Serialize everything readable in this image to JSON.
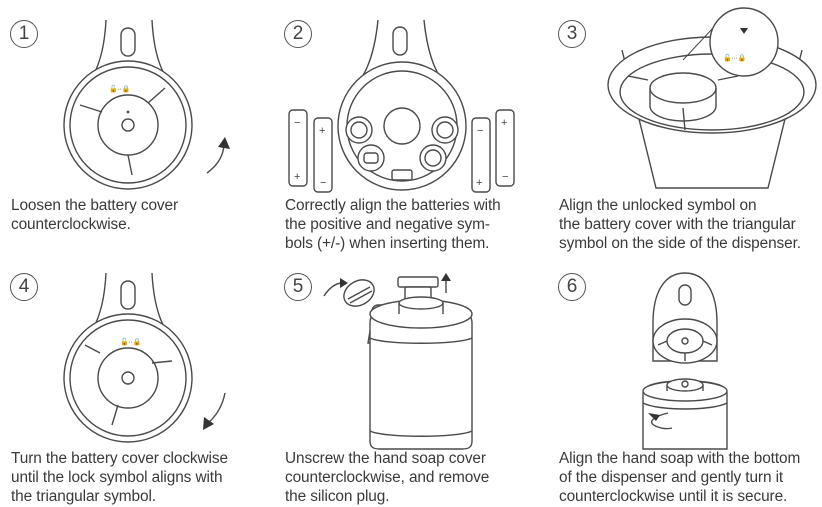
{
  "steps": [
    {
      "number": "1",
      "lines": [
        "Loosen the battery cover",
        "counterclockwise."
      ]
    },
    {
      "number": "2",
      "lines": [
        "Correctly align the batteries with",
        "the positive and negative sym-",
        "bols (+/-) when inserting them."
      ]
    },
    {
      "number": "3",
      "lines": [
        "Align the unlocked symbol on",
        "the battery cover with the triangular",
        "symbol on the side of the dispenser."
      ]
    },
    {
      "number": "4",
      "lines": [
        "Turn the battery cover clockwise",
        "until the lock symbol aligns with",
        "the triangular symbol."
      ]
    },
    {
      "number": "5",
      "lines": [
        "Unscrew the hand soap cover",
        "counterclockwise, and remove",
        "the silicon plug."
      ]
    },
    {
      "number": "6",
      "lines": [
        "Align the hand soap with the bottom",
        "of the dispenser and gently turn it",
        "counterclockwise until it is secure."
      ]
    }
  ],
  "battery_labels": {
    "plus": "+",
    "minus": "−"
  }
}
